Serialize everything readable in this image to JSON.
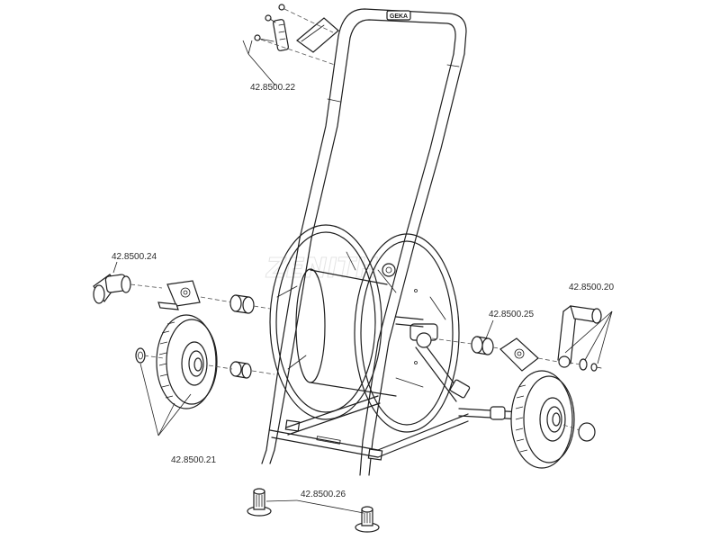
{
  "brand_mark": "GEKA",
  "watermark": "ZENITH",
  "part_labels": {
    "p22": "42.8500.22",
    "p24": "42.8500.24",
    "p20": "42.8500.20",
    "p25": "42.8500.25",
    "p21": "42.8500.21",
    "p26": "42.8500.26"
  }
}
